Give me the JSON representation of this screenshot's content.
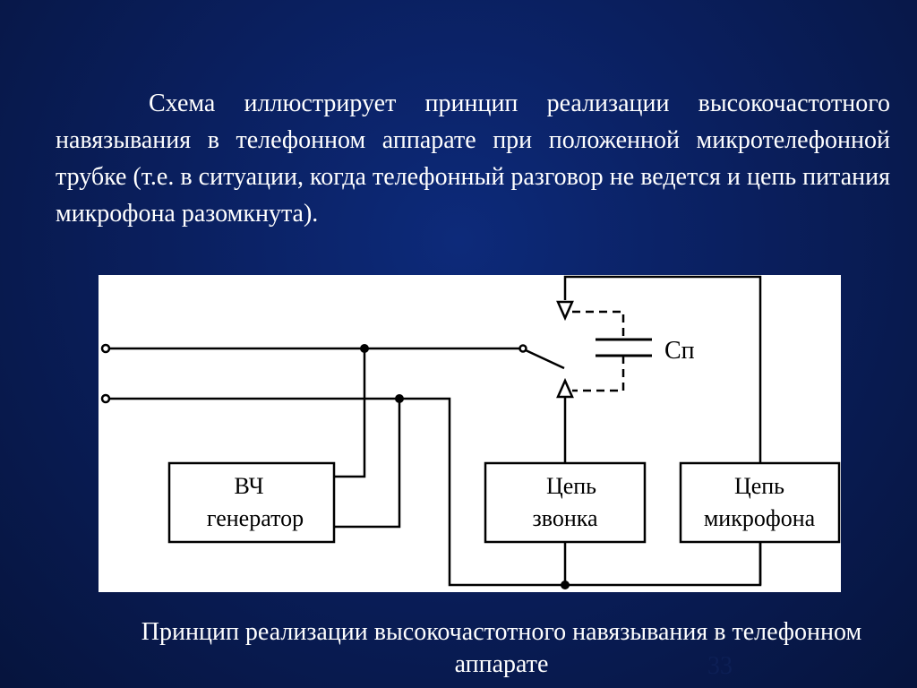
{
  "slide": {
    "paragraph": "Схема иллюстрирует принцип реализации высокочастотного навязывания в телефонном аппарате при положенной микротелефонной трубке (т.е. в ситуации, когда телефонный разговор не ведется и цепь питания микрофона разомкнута).",
    "caption": "Принцип реализации высокочастотного навязывания в телефонном аппарате",
    "page_number": "33"
  },
  "diagram": {
    "capacitor_label": "Сп",
    "hf_generator": {
      "line1": "ВЧ",
      "line2": "генератор"
    },
    "ringer_circuit": {
      "line1": "Цепь",
      "line2": "звонка"
    },
    "microphone_circuit": {
      "line1": "Цепь",
      "line2": "микрофона"
    }
  }
}
